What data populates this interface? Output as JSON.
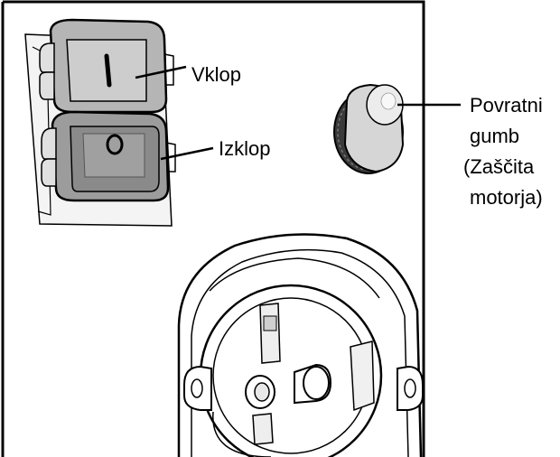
{
  "labels": {
    "on": "Vklop",
    "off": "Izklop",
    "reset": [
      "Povratni",
      "gumb",
      "(Zaščita",
      "motorja)"
    ]
  },
  "switch_symbols": {
    "on": "I",
    "off": "O"
  },
  "colors": {
    "outline": "#000000",
    "panel": "#ffffff",
    "button_light": "#c8c8c8",
    "button_mid": "#a9a9a9",
    "button_dark": "#8a8a8a",
    "reset_cap": "#e6e6e6",
    "reset_ring": "#3a3a3a"
  }
}
